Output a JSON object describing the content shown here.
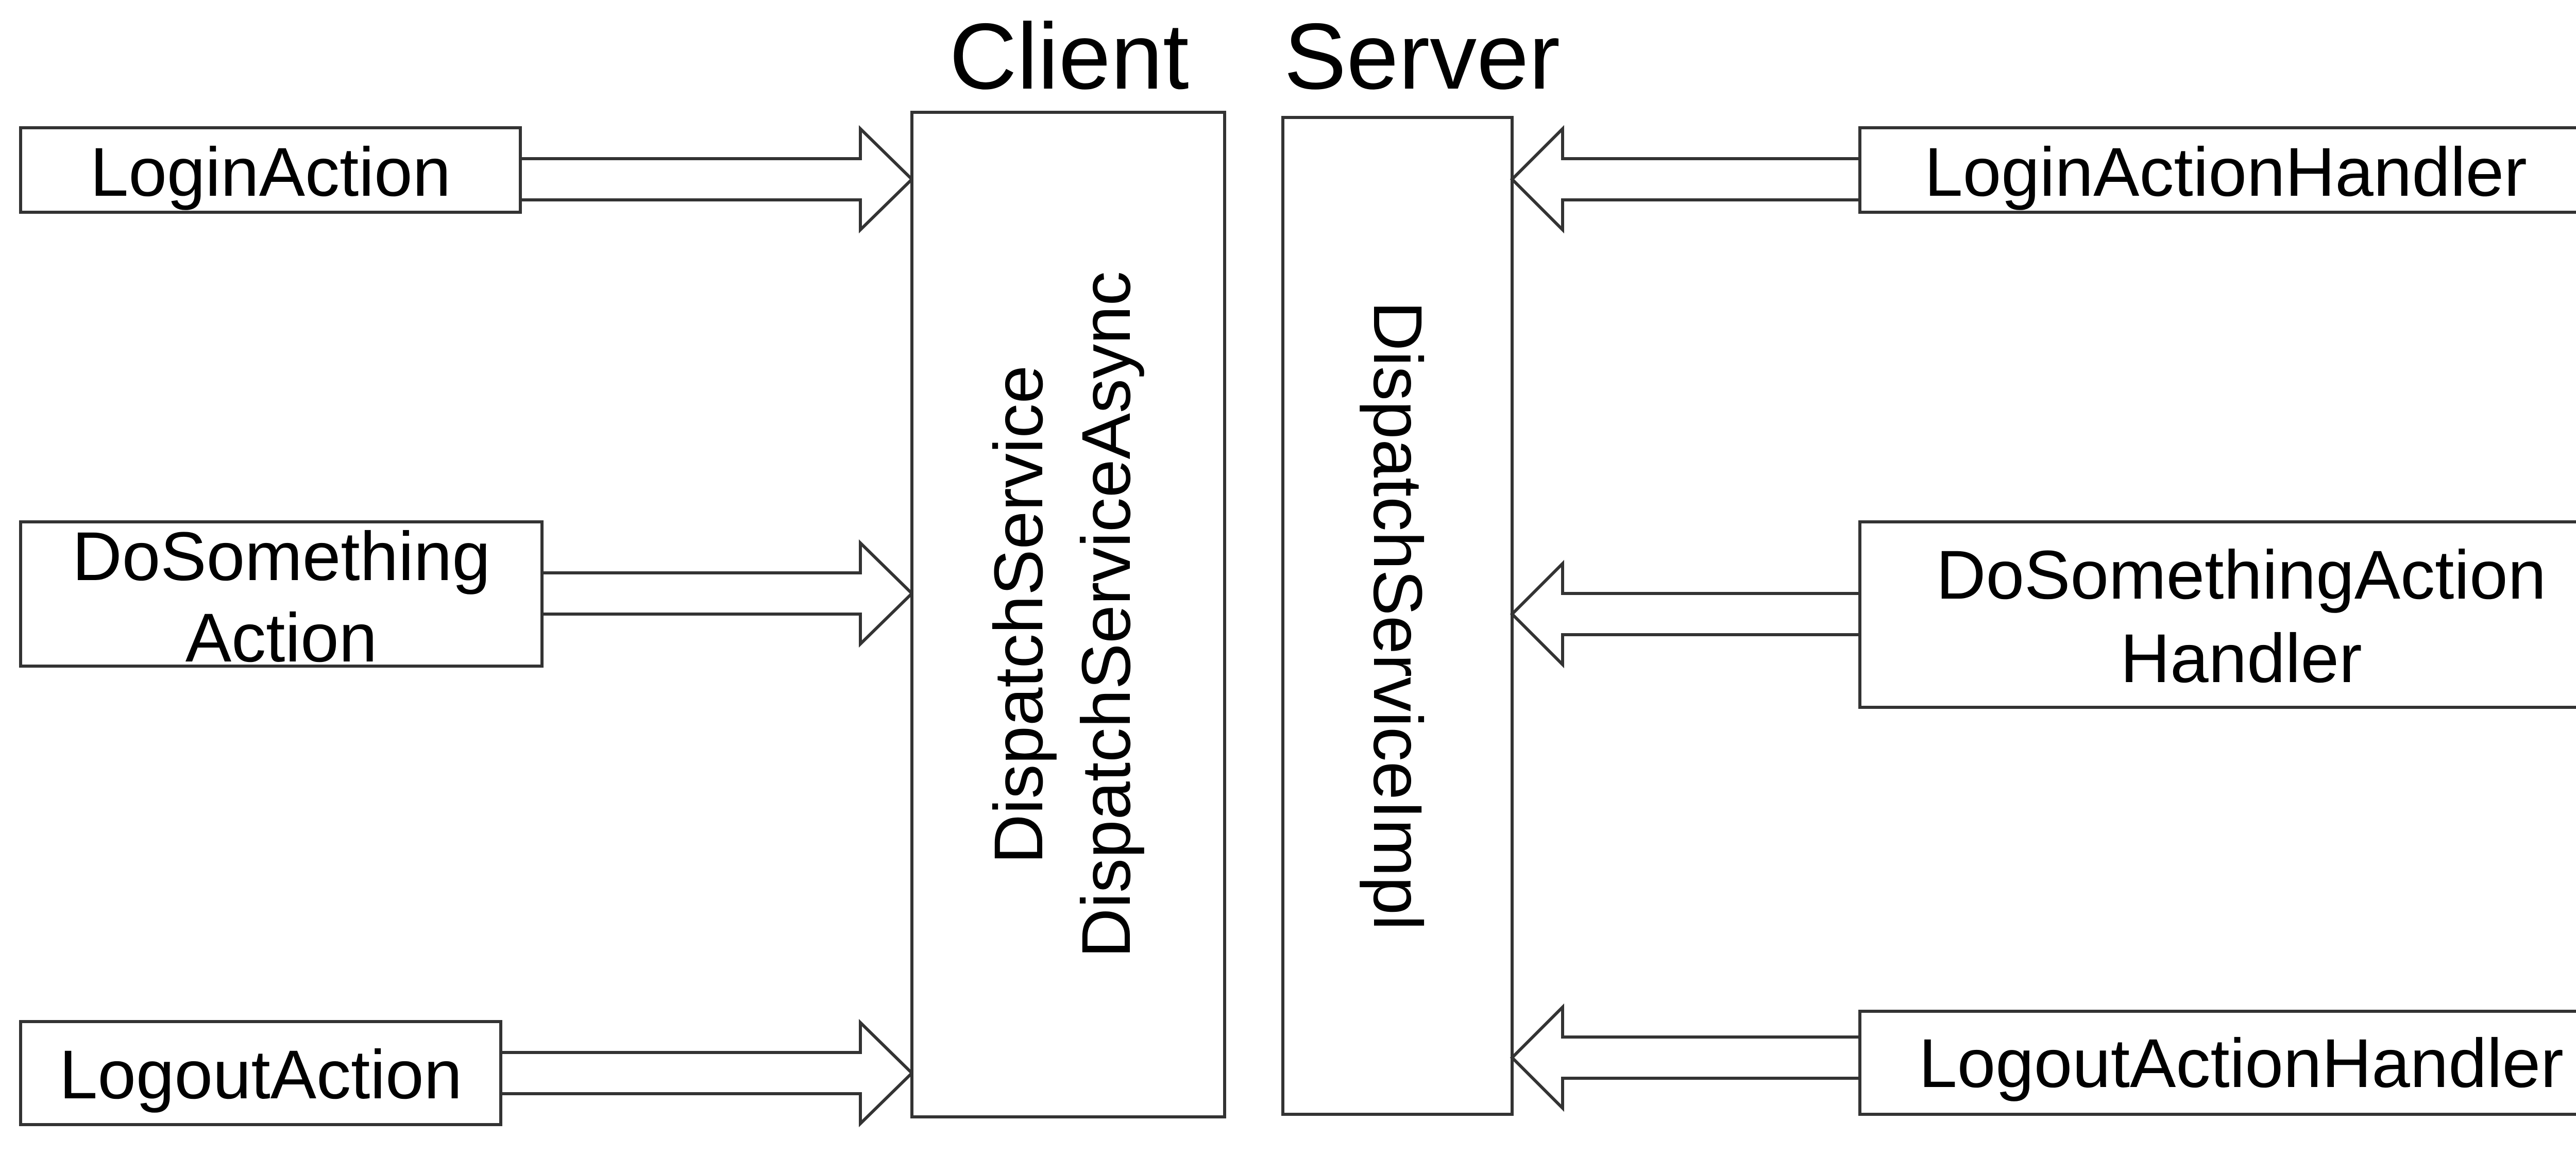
{
  "headers": {
    "client": "Client",
    "server": "Server"
  },
  "client_actions": [
    {
      "lines": [
        "LoginAction"
      ]
    },
    {
      "lines": [
        "DoSomething",
        "Action"
      ]
    },
    {
      "lines": [
        "LogoutAction"
      ]
    }
  ],
  "client_service": {
    "lines": [
      "DispatchService",
      "DispatchServiceAsync"
    ]
  },
  "server_service": {
    "lines": [
      "DispatchServiceImpl"
    ]
  },
  "server_handlers": [
    {
      "lines": [
        "LoginActionHandler"
      ]
    },
    {
      "lines": [
        "DoSomethingAction",
        "Handler"
      ]
    },
    {
      "lines": [
        "LogoutActionHandler"
      ]
    }
  ],
  "colors": {
    "stroke": "#333333",
    "fill": "#ffffff",
    "text": "#000000"
  }
}
